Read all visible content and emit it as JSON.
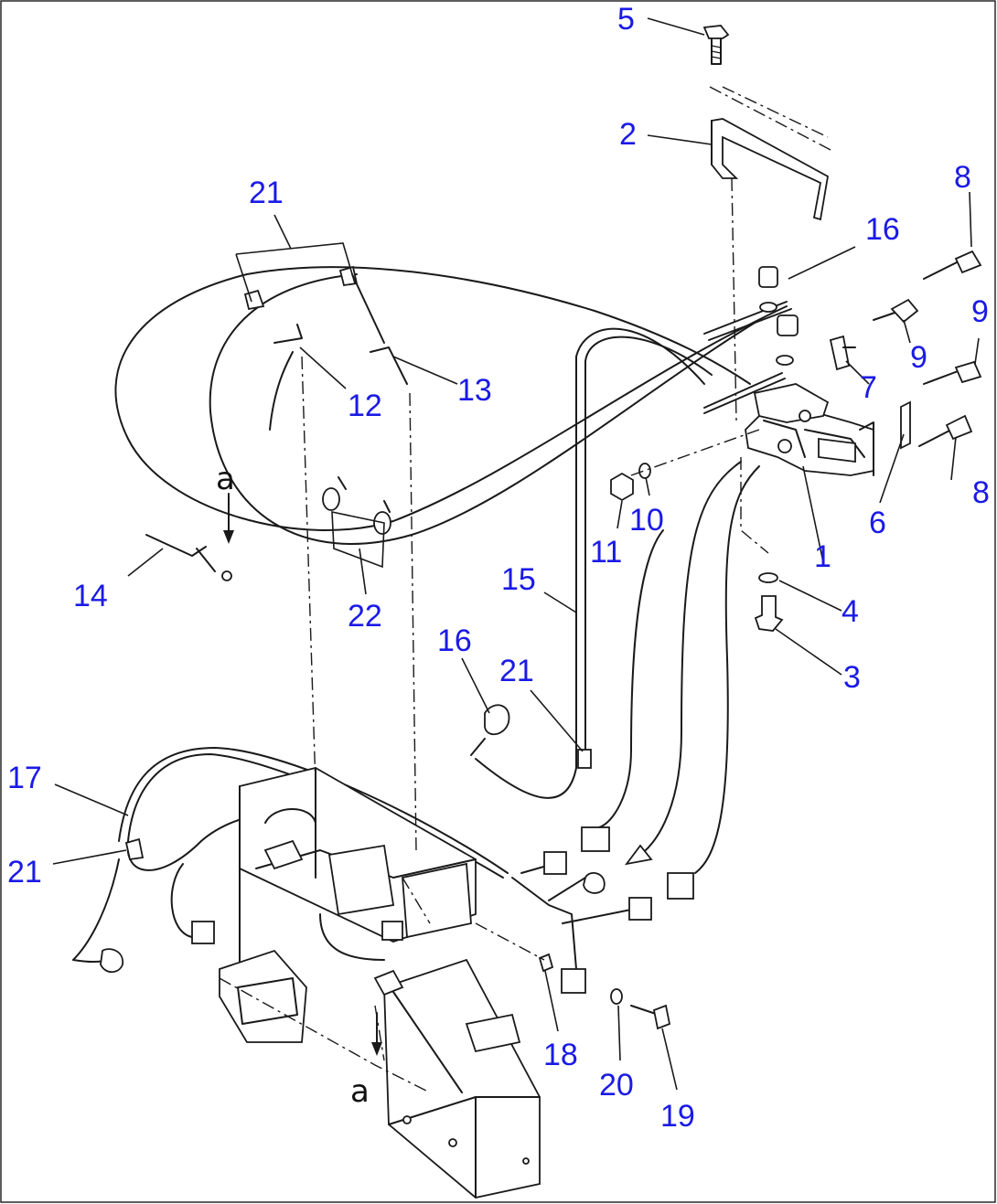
{
  "diagram": {
    "callout_color": "#1a1ae6",
    "callouts": {
      "c1": "1",
      "c2": "2",
      "c3": "3",
      "c4": "4",
      "c5": "5",
      "c6": "6",
      "c7": "7",
      "c8a": "8",
      "c8b": "8",
      "c9a": "9",
      "c9b": "9",
      "c10": "10",
      "c11": "11",
      "c12": "12",
      "c13": "13",
      "c14": "14",
      "c15": "15",
      "c16a": "16",
      "c16b": "16",
      "c17": "17",
      "c18": "18",
      "c19": "19",
      "c20": "20",
      "c21a": "21",
      "c21b": "21",
      "c21c": "21",
      "c22": "22"
    },
    "markers": {
      "a_top": "a",
      "a_bottom": "a"
    }
  }
}
